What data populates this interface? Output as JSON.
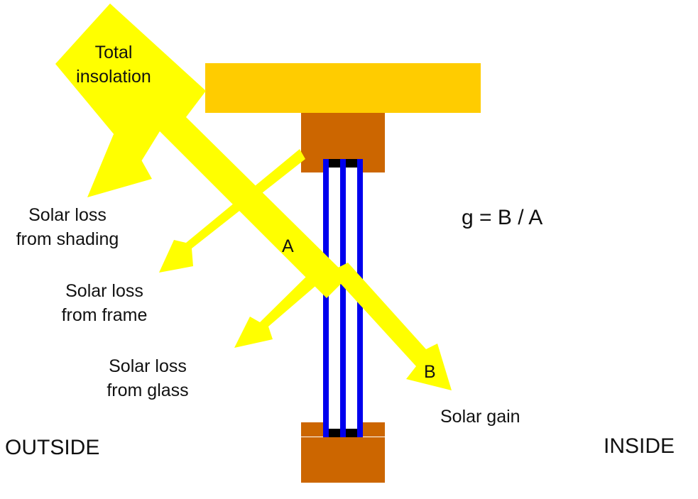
{
  "diagram": {
    "title": "Solar gain through a window (g-value)",
    "colors": {
      "beam": "#FFFF00",
      "overhang": "#FFCC00",
      "frame": "#CC6600",
      "glass_pane": "#0000EE",
      "spacer": "#000000",
      "background": "#FFFFFF"
    },
    "labels": {
      "total_insolation_line1": "Total",
      "total_insolation_line2": "insolation",
      "shading_line1": "Solar loss",
      "shading_line2": "from shading",
      "frame_line1": "Solar loss",
      "frame_line2": "from frame",
      "glass_line1": "Solar loss",
      "glass_line2": "from glass",
      "marker_a": "A",
      "marker_b": "B",
      "formula": "g = B / A",
      "solar_gain": "Solar gain",
      "outside": "OUTSIDE",
      "inside": "INSIDE"
    },
    "components": {
      "overhang": "Shading overhang",
      "frame_top": "Window frame head",
      "frame_bottom": "Window frame sill",
      "glazing": "Triple glazing panes"
    }
  }
}
